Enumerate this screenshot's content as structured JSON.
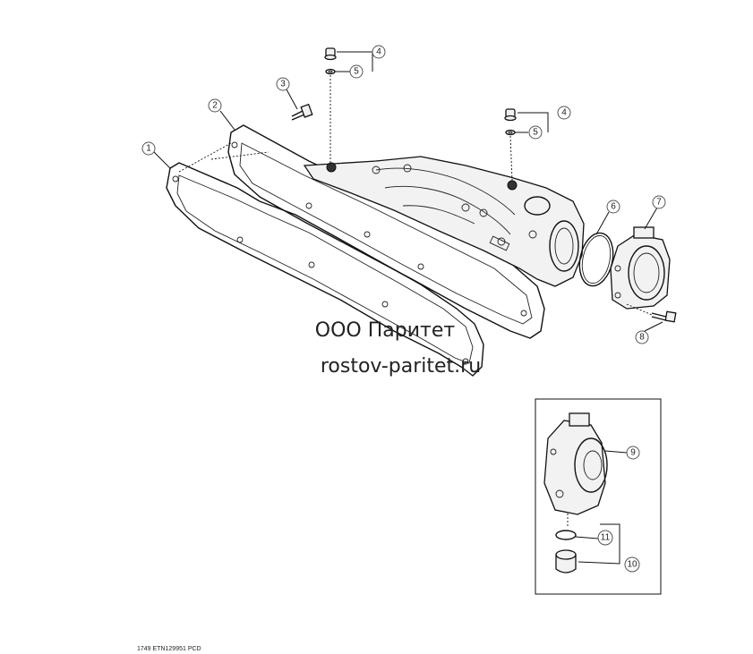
{
  "watermark": {
    "line1": "ООО Паритет",
    "line2": "rostov-paritet.ru"
  },
  "footer": {
    "code": "1749  ETN129951  PCD"
  },
  "callouts": [
    {
      "id": "1",
      "label": "1"
    },
    {
      "id": "2",
      "label": "2"
    },
    {
      "id": "3",
      "label": "3"
    },
    {
      "id": "4a",
      "label": "4"
    },
    {
      "id": "5a",
      "label": "5"
    },
    {
      "id": "4b",
      "label": "4"
    },
    {
      "id": "5b",
      "label": "5"
    },
    {
      "id": "6",
      "label": "6"
    },
    {
      "id": "7",
      "label": "7"
    },
    {
      "id": "8",
      "label": "8"
    },
    {
      "id": "9",
      "label": "9"
    },
    {
      "id": "10",
      "label": "10"
    },
    {
      "id": "11",
      "label": "11"
    }
  ]
}
